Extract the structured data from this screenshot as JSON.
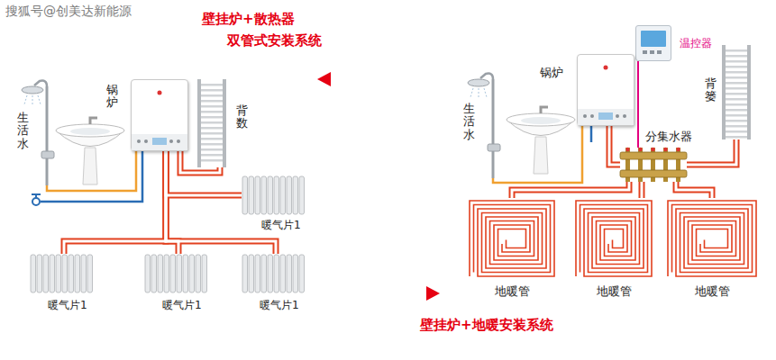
{
  "diagram": {
    "nodes": [
      {
        "text": [
          "生活水"
        ]
      },
      {
        "text": [
          "锅炉"
        ]
      },
      {
        "text": [
          "背数"
        ]
      },
      {
        "text": [
          "暖气片1"
        ]
      },
      {
        "text": [
          "暖气片1"
        ]
      },
      {
        "text": [
          "暖气片1"
        ]
      },
      {
        "text": [
          "暖气片1"
        ]
      },
      {
        "text": [
          "温控器"
        ]
      },
      {
        "text": [
          "生活水"
        ]
      },
      {
        "text": [
          "锅炉"
        ]
      },
      {
        "text": [
          "分集水器"
        ]
      },
      {
        "text": [
          "背篓"
        ]
      },
      {
        "text": [
          "地暖管"
        ]
      },
      {
        "text": [
          "地暖管"
        ]
      },
      {
        "text": [
          "地暖管"
        ]
      }
    ],
    "edges": [
      {
        "from": 1,
        "to": 0,
        "arrow": "none"
      },
      {
        "from": 1,
        "to": 2,
        "arrow": "none"
      },
      {
        "from": 1,
        "to": 3,
        "arrow": "none"
      },
      {
        "from": 1,
        "to": 4,
        "arrow": "none"
      },
      {
        "from": 1,
        "to": 5,
        "arrow": "none"
      },
      {
        "from": 1,
        "to": 6,
        "arrow": "none"
      },
      {
        "from": 7,
        "to": 10,
        "arrow": "none"
      },
      {
        "from": 9,
        "to": 8,
        "arrow": "none"
      },
      {
        "from": 9,
        "to": 10,
        "arrow": "none"
      },
      {
        "from": 10,
        "to": 11,
        "arrow": "none"
      },
      {
        "from": 10,
        "to": 12,
        "arrow": "none"
      },
      {
        "from": 10,
        "to": 13,
        "arrow": "none"
      },
      {
        "from": 10,
        "to": 14,
        "arrow": "none"
      }
    ],
    "labels": [
      "搜狐号@创美达新能源",
      "壁挂炉+散热器",
      "双管式安装系统",
      "壁挂炉+地暖安装系统"
    ]
  }
}
